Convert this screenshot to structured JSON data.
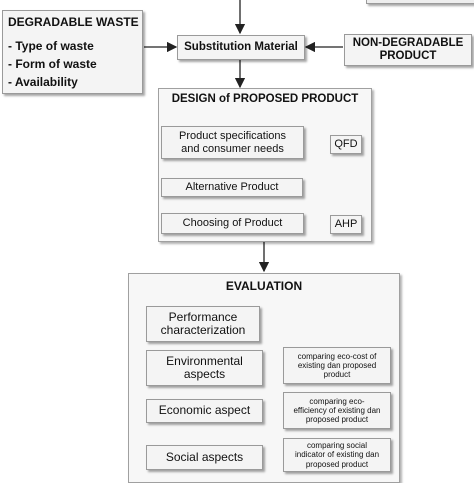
{
  "degradable": {
    "title": "DEGRADABLE WASTE",
    "items": [
      "- Type of waste",
      "- Form of waste",
      "- Availability"
    ]
  },
  "substitution": "Substitution Material",
  "non_degradable": [
    "NON-DEGRADABLE",
    "PRODUCT"
  ],
  "design": {
    "title": "DESIGN of PROPOSED PRODUCT",
    "spec": [
      "Product specifications",
      "and consumer needs"
    ],
    "qfd": "QFD",
    "alternative": "Alternative Product",
    "choosing": "Choosing of Product",
    "ahp": "AHP"
  },
  "evaluation": {
    "title": "EVALUATION",
    "performance": [
      "Performance",
      "characterization"
    ],
    "environmental": [
      "Environmental",
      "aspects"
    ],
    "env_note": [
      "comparing  eco-cost of",
      "existing dan proposed",
      "product"
    ],
    "economic": "Economic aspect",
    "eco_note": [
      "comparing  eco-",
      "efficiency of existing dan",
      "proposed product"
    ],
    "social": "Social aspects",
    "soc_note": [
      "comparing social",
      "indicator of existing dan",
      "proposed product"
    ]
  }
}
